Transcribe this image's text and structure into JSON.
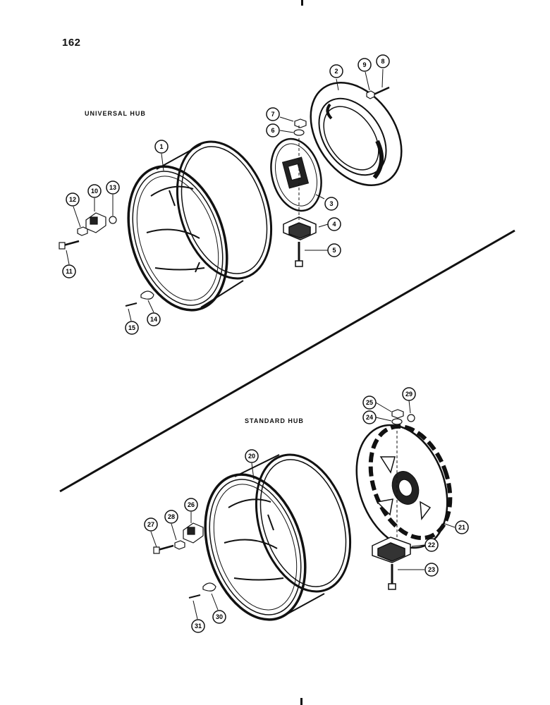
{
  "page": {
    "number": "162"
  },
  "sections": {
    "universal": {
      "label": "UNIVERSAL HUB"
    },
    "standard": {
      "label": "STANDARD HUB"
    }
  },
  "callouts": {
    "c1": "1",
    "c2": "2",
    "c3": "3",
    "c4": "4",
    "c5": "5",
    "c6": "6",
    "c7": "7",
    "c8": "8",
    "c9": "9",
    "c10": "10",
    "c11": "11",
    "c12": "12",
    "c13": "13",
    "c14": "14",
    "c15": "15",
    "c20": "20",
    "c21": "21",
    "c22": "22",
    "c23": "23",
    "c24": "24",
    "c25": "25",
    "c26": "26",
    "c27": "27",
    "c28": "28",
    "c29": "29",
    "c30": "30",
    "c31": "31"
  }
}
